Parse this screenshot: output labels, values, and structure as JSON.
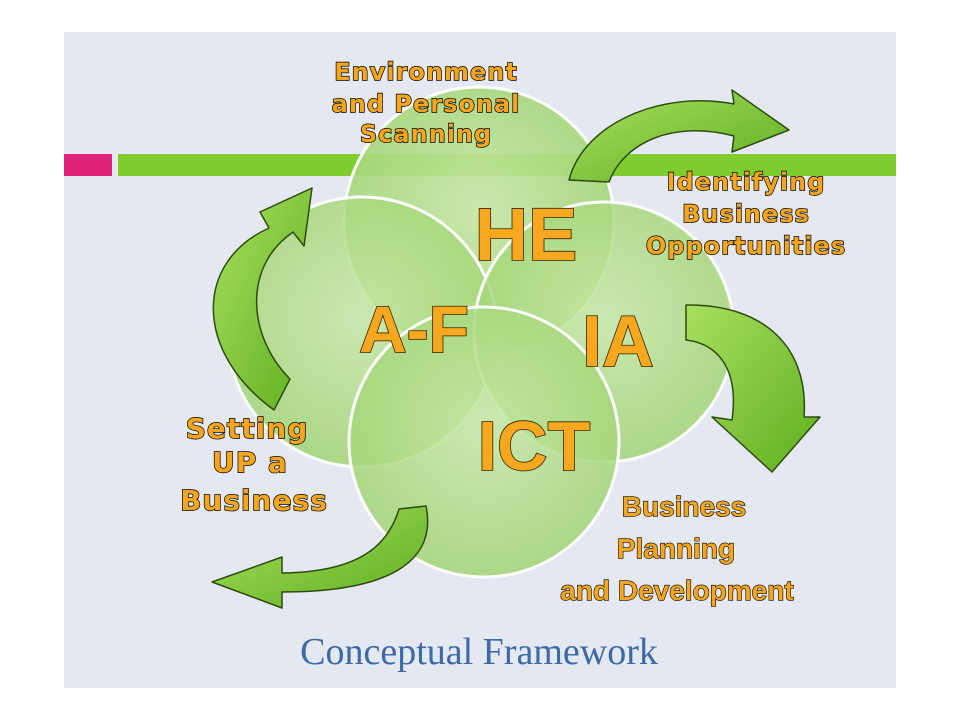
{
  "colors": {
    "slide_background": "#e3e8f1",
    "accent_pink": "#e0237a",
    "accent_green": "#7fcc2e",
    "circle_fill": "#a9db80",
    "arrow_fill": "#7fcc2e",
    "label_orange": "#f6a51d",
    "title_blue": "#3d6aa6"
  },
  "diagram": {
    "circles": [
      {
        "id": "he",
        "label": "HE"
      },
      {
        "id": "af",
        "label": "A-F"
      },
      {
        "id": "ia",
        "label": "IA"
      },
      {
        "id": "ict",
        "label": "ICT"
      }
    ],
    "steps": {
      "environment": [
        "Environment",
        "and Personal",
        "Scanning"
      ],
      "identifying": [
        "Identifying",
        "Business",
        "Opportunities"
      ],
      "planning": [
        "Business",
        "Planning",
        "and Development"
      ],
      "setting_up": [
        "Setting",
        "UP a",
        "Business"
      ]
    },
    "arrows": [
      "curved-arrow-icon",
      "curved-arrow-icon",
      "curved-arrow-icon",
      "curved-arrow-icon"
    ]
  },
  "title": "Conceptual Framework"
}
